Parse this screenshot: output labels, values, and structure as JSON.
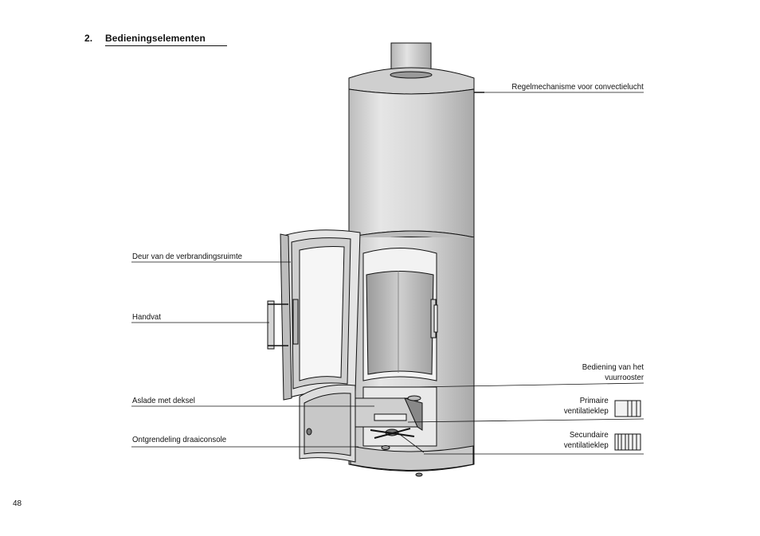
{
  "section": {
    "number": "2.",
    "title": "Bedieningselementen"
  },
  "labels": {
    "convection": "Regelmechanisme voor convectielucht",
    "door": "Deur van de verbrandingsruimte",
    "handle": "Handvat",
    "ashtray": "Aslade met deksel",
    "release": "Ontgrendeling draaiconsole",
    "grate_line1": "Bediening van het",
    "grate_line2": "vuurrooster",
    "primary_line1": "Primaire",
    "primary_line2": "ventilatieklep",
    "secondary_line1": "Secundaire",
    "secondary_line2": "ventilatieklep"
  },
  "page_number": "48",
  "colors": {
    "line": "#111111",
    "metal": "#d9d9d9",
    "dark": "#8a8a8a"
  }
}
